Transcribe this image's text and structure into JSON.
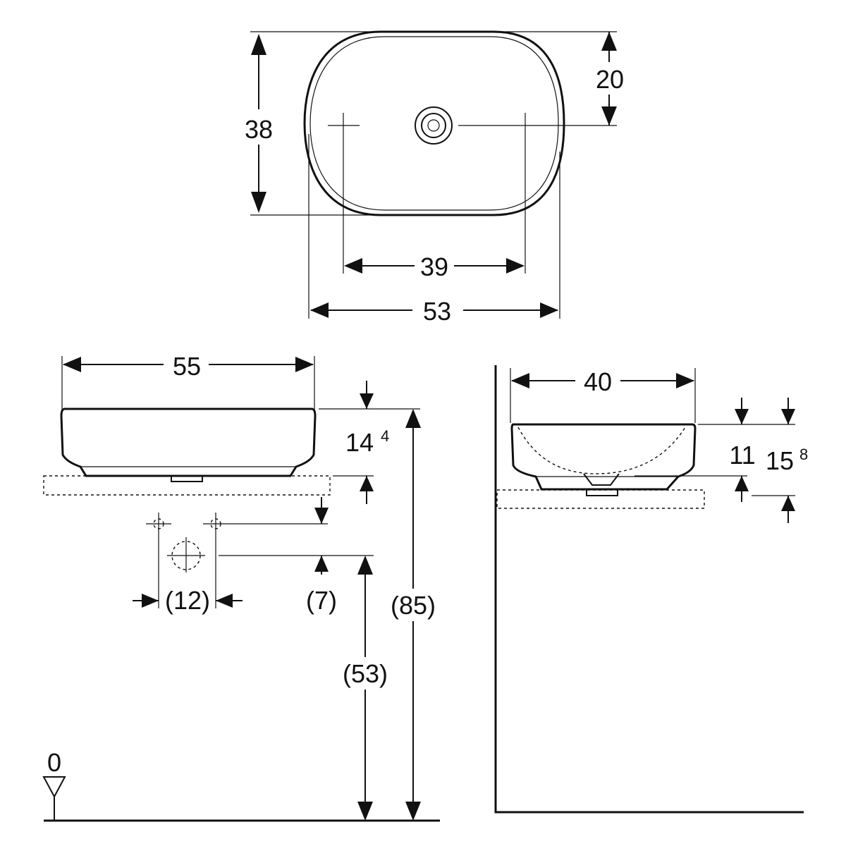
{
  "top_view": {
    "height": "38",
    "drain_offset": "20",
    "tap_spacing": "39",
    "width": "53"
  },
  "front_view": {
    "width": "55",
    "bowl_height_main": "14",
    "bowl_height_sup": "4",
    "tap_spacing": "(12)",
    "tap_offset": "(7)",
    "drain_height": "(53)",
    "total_height": "(85)",
    "floor_level": "0"
  },
  "side_view": {
    "depth": "40",
    "inner_height": "11",
    "outer_height_main": "15",
    "outer_height_sup": "8"
  }
}
